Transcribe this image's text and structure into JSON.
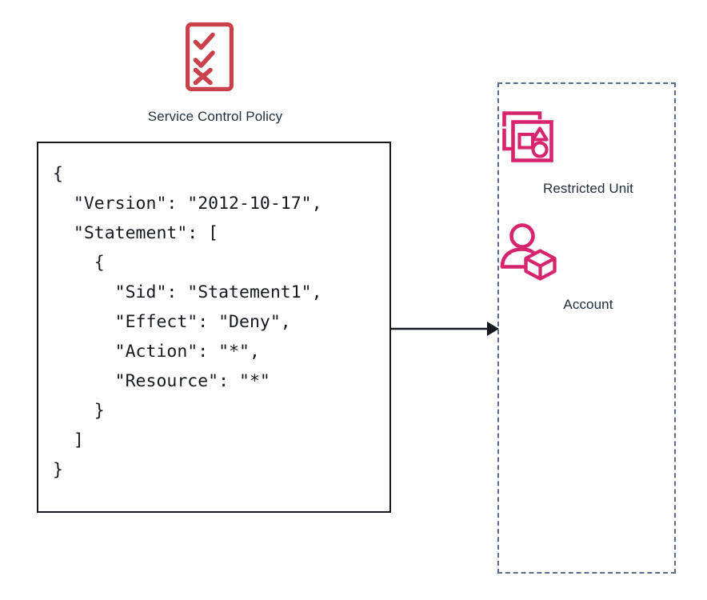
{
  "diagram": {
    "type": "aws-service-control-policy-flow",
    "background": "#ffffff"
  },
  "colors": {
    "policy_icon_red": "#C9414B",
    "resource_icon_pink": "#D6246E",
    "text_navy": "#232f3e",
    "code_border": "#16191f",
    "dashed_border": "#5a6b8c",
    "arrow": "#16191f"
  },
  "policy_node": {
    "icon_name": "service-control-policy-icon",
    "label": "Service Control Policy"
  },
  "policy_document": {
    "language": "json",
    "code": "{\n  \"Version\": \"2012-10-17\",\n  \"Statement\": [\n    {\n      \"Sid\": \"Statement1\",\n      \"Effect\": \"Deny\",\n      \"Action\": \"*\",\n      \"Resource\": \"*\"\n    }\n  ]\n}",
    "fields": {
      "Version": "2012-10-17",
      "Sid": "Statement1",
      "Effect": "Deny",
      "Action": "*",
      "Resource": "*"
    }
  },
  "connector": {
    "name": "applies-to-arrow",
    "direction": "left-to-right",
    "head": "solid-triangle"
  },
  "target_container": {
    "name": "restricted-scope-boundary",
    "border_style": "dashed",
    "nodes": [
      {
        "icon_name": "restricted-organizational-unit-icon",
        "label": "Restricted Unit"
      },
      {
        "icon_name": "account-icon",
        "label": "Account"
      }
    ]
  }
}
